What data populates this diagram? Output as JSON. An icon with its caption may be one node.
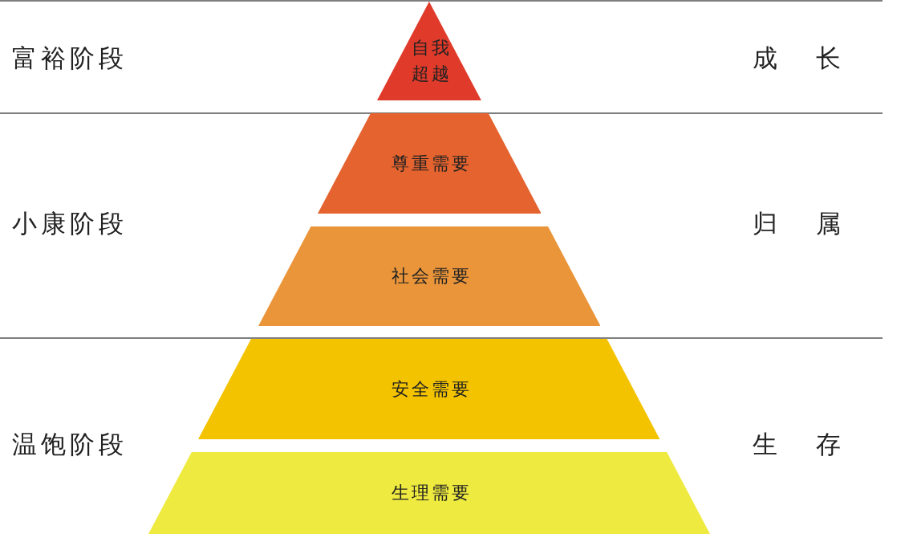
{
  "diagram": {
    "nodes": [
      {
        "text": [
          "自我超越"
        ]
      },
      {
        "text": [
          "尊重需要"
        ]
      },
      {
        "text": [
          "社会需要"
        ]
      },
      {
        "text": [
          "安全需要"
        ]
      },
      {
        "text": [
          "生理需要"
        ]
      }
    ],
    "labels": [
      "富裕阶段",
      "成长",
      "小康阶段",
      "归属",
      "温饱阶段",
      "生存"
    ]
  }
}
